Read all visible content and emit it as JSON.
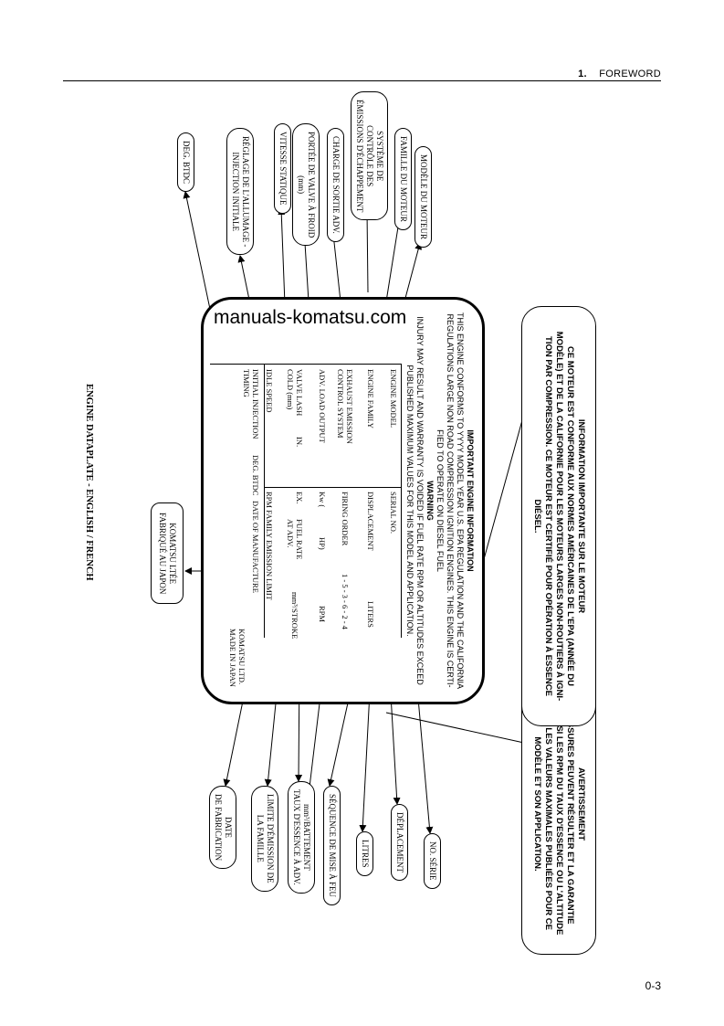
{
  "header": {
    "section_number": "1.",
    "section_title": "FOREWORD"
  },
  "page_number": "0-3",
  "watermark": "manuals-komatsu.com",
  "caption": "ENGINE DATAPLATE - ENGLISH / FRENCH",
  "plate": {
    "header_lines": [
      "IMPORTANT ENGINE INFORMATION",
      "THIS ENGINE CONFORMS TO YYYY MODEL YEAR U.S. EPA REGULATION AND THE CALIFORNIA",
      "REGULATIONS LARGE NON ROAD COMPRESSION IGNITION ENGINES. THIS ENGINE IS CERTI-",
      "FIED TO OPERATE ON DIESEL FUEL"
    ],
    "warning_title": "WARNING",
    "warning_lines": [
      "INJURY MAY RESULT AND WARRANTY IS VOIDED IF FUEL RATE RPM OR ALTITUDES EXCEED",
      "PUBLISHED MAXIMUM VALUES FOR THIS MODEL AND APPLICATION."
    ],
    "engine_model": "ENGINE MODEL",
    "serial_no": "SERIAL NO.",
    "engine_family": "ENGINE FAMILY",
    "displacement": "DISPLACEMENT",
    "liters": "LITERS",
    "exhaust_1": "EXHAUST EMISSION",
    "exhaust_2": "CONTROL SYSTEM",
    "firing_order": "FIRING ORDER",
    "firing_value": "1 - 5 - 3 - 6 - 2 - 4",
    "adv_load": "ADV. LOAD OUTPUT",
    "kw": "Kw   (",
    "hp": "HP)",
    "rpm": "RPM",
    "valve_1": "VALVE LASH",
    "valve_2": "COLD (mm)",
    "in": "IN.",
    "ex": "EX.",
    "fuel_1": "FUEL RATE",
    "fuel_2": "AT ADV.",
    "stroke": "mm³/STROKE",
    "idle": "IDLE SPEED",
    "rpm_family": "RPM FAMILY EMISSION LIMIT",
    "inj_1": "INITIAL INJECTION",
    "inj_2": "TIMING",
    "deg": "DEG. BTDC",
    "date": "DATE OF MANUFACTURE",
    "maker_1": "KOMATSU LTD.",
    "maker_2": "MADE IN JAPAN"
  },
  "notes": {
    "avertissement": [
      "AVERTISSEMENT",
      "DES BLESSURES PEUVENT RÉSULTER ET LA GARANTIE",
      "S'ANNULER SI LES RPM DU TAUX D'ESSENCE OU L'ALTITUDE",
      "EXCÈDENT LES VALEURS MAXIMALES PUBLIÉES POUR CE",
      "MODÈLE ET SON APPLICATION."
    ],
    "information": [
      "INFORMATION IMPORTANTE SUR LE MOTEUR",
      "CE MOTEUR EST CONFORME AUX NORMES AMÉRICAINES DE L'EPA (ANNÉE DU",
      "MODÈLE) ET DE LA CALIFORNIE POUR LES MOTEURS LARGES NON-ROUTIERS À IGNI-",
      "TION PAR COMPRESSION.  CE MOTEUR EST CERTIFIÉ POUR OPÉRATION À ESSENCE",
      "DIÉSEL."
    ]
  },
  "labels_top": [
    [
      "NO. SÉRIE"
    ],
    [
      "DÉPLACEMENT"
    ],
    [
      "LITRES"
    ],
    [
      "SÉQUENCE DE MISE À FEU"
    ],
    [
      "mm³/BATTEMENT",
      "TAUX D'ESSENCE À ADV."
    ],
    [
      "LIMITE D'ÉMISSION DE",
      "LA FAMILLE"
    ],
    [
      "DATE",
      "DE FABRICATION"
    ]
  ],
  "labels_bottom": [
    [
      "MODÈLE DU MOTEUR"
    ],
    [
      "FAMILLE DU MOTEUR"
    ],
    [
      "SYSTÈME DE",
      "CONTRÔLE DES",
      "ÉMISSIONS D'ÉCHAPPEMENT"
    ],
    [
      "CHARGE DE SORTIE ADV."
    ],
    [
      "PORTÉE DE VALVE À FROID",
      "(mm)"
    ],
    [
      "VITESSE STATIQUE"
    ],
    [
      "RÉGLAGE DE L'ALLUMAGE -",
      "INJECTION INITIALE"
    ],
    [
      "DEG. BTDC"
    ]
  ],
  "maker_label": [
    "KOMATSU LTÉE",
    "FABRIQUÉ AU JAPON"
  ]
}
